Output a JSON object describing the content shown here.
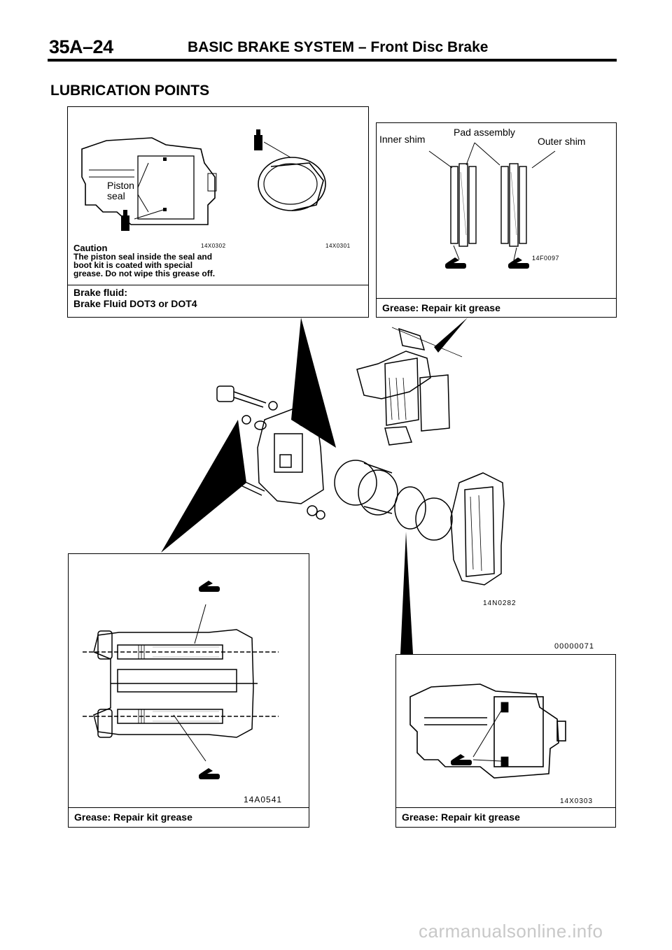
{
  "header": {
    "page_number": "35A–24",
    "title": "BASIC BRAKE SYSTEM – Front Disc Brake"
  },
  "section_title": "LUBRICATION POINTS",
  "panel_top_left": {
    "piston_seal_label_1": "Piston",
    "piston_seal_label_2": "seal",
    "code_1": "14X0302",
    "code_2": "14X0301",
    "caution_heading": "Caution",
    "caution_line_1": "The piston seal inside the seal and",
    "caution_line_2": "boot kit is coated with special",
    "caution_line_3": "grease. Do not wipe this grease off.",
    "fluid_label": "Brake fluid:",
    "fluid_value": "Brake Fluid DOT3 or DOT4"
  },
  "panel_top_right": {
    "inner_shim": "Inner shim",
    "pad_assembly": "Pad assembly",
    "outer_shim": "Outer shim",
    "code": "14F0097",
    "caption": "Grease: Repair kit grease"
  },
  "center_diagram": {
    "code": "14N0282",
    "code_2": "00000071"
  },
  "panel_bottom_left": {
    "code": "14A0541",
    "caption": "Grease: Repair kit grease"
  },
  "panel_bottom_right": {
    "code": "14X0303",
    "caption": "Grease: Repair kit grease"
  },
  "watermark": "carmanualsonline.info"
}
